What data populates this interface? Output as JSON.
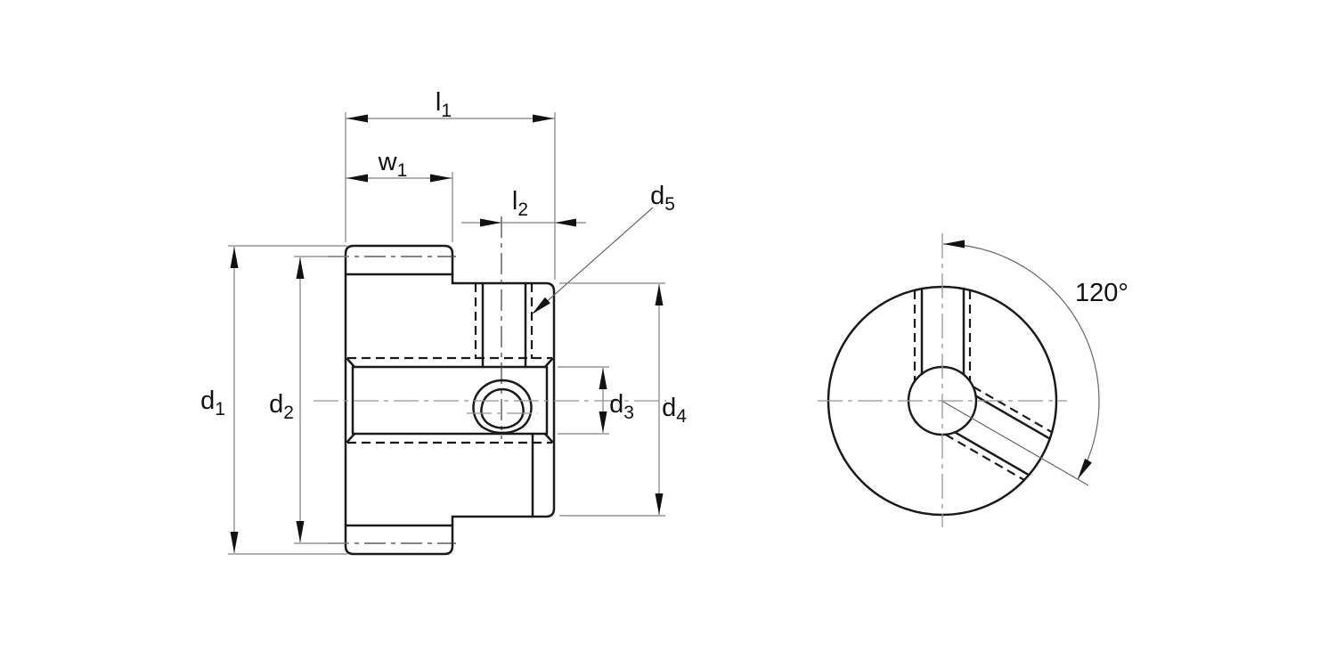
{
  "labels": {
    "l1": {
      "main": "l",
      "sub": "1"
    },
    "w1": {
      "main": "w",
      "sub": "1"
    },
    "l2": {
      "main": "l",
      "sub": "2"
    },
    "d1": {
      "main": "d",
      "sub": "1"
    },
    "d2": {
      "main": "d",
      "sub": "2"
    },
    "d3": {
      "main": "d",
      "sub": "3"
    },
    "d4": {
      "main": "d",
      "sub": "4"
    },
    "d5": {
      "main": "d",
      "sub": "5"
    },
    "angle": "120°"
  },
  "colors": {
    "background": "#ffffff",
    "outline_ink": "#1a1a1a",
    "dimension_line": "#808080",
    "center_line": "#949494",
    "label_text": "#111111"
  }
}
